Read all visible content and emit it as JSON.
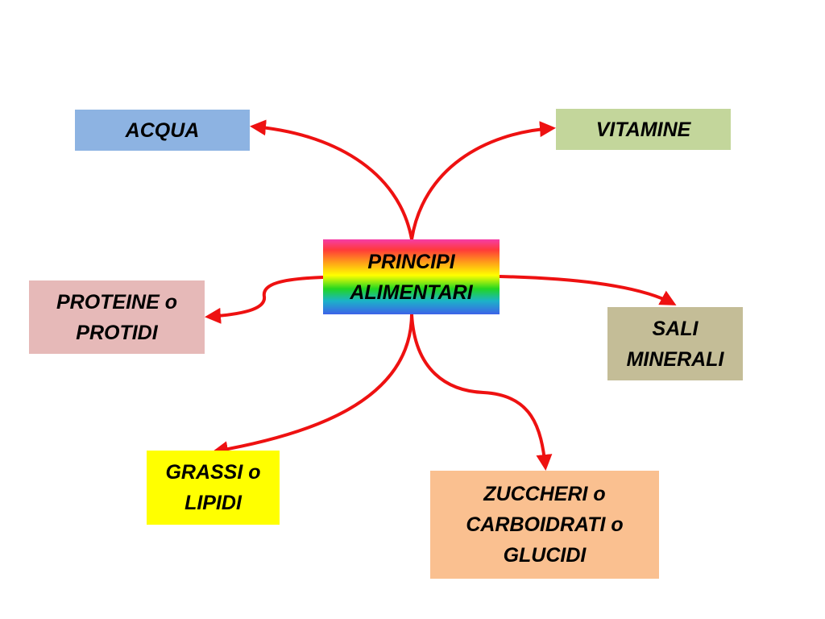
{
  "center": {
    "label": "PRINCIPI\nALIMENTARI"
  },
  "nodes": {
    "acqua": {
      "label": "ACQUA",
      "color": "#8db3e2"
    },
    "vitamine": {
      "label": "VITAMINE",
      "color": "#c3d69b"
    },
    "proteine": {
      "label": "PROTEINE o\nPROTIDI",
      "color": "#e6b9b8"
    },
    "sali": {
      "label": "SALI\nMINERALI",
      "color": "#c4bd97"
    },
    "grassi": {
      "label": "GRASSI o\nLIPIDI",
      "color": "#ffff00"
    },
    "zuccheri": {
      "label": "ZUCCHERI o\nCARBOIDRATI o\nGLUCIDI",
      "color": "#fac090"
    }
  },
  "connector_color": "#ee1111"
}
